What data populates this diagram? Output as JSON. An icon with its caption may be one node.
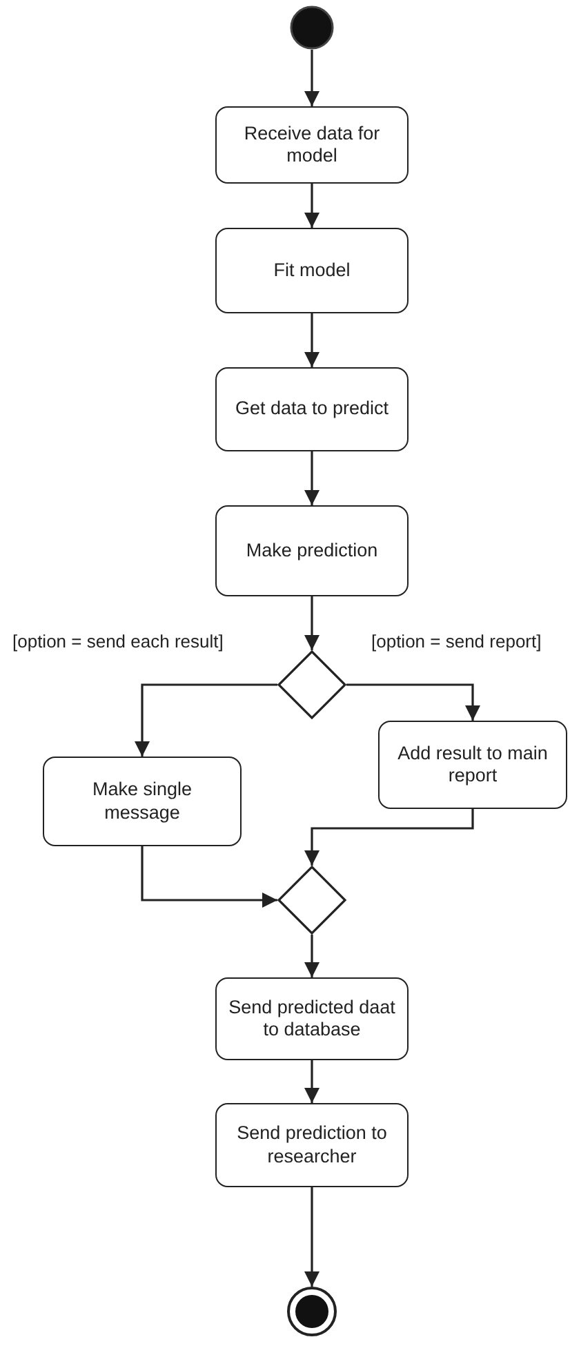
{
  "diagram": {
    "nodes": [
      {
        "text": [],
        "shape": "circle"
      },
      {
        "text": [
          "Receive data for model"
        ]
      },
      {
        "text": [
          "Fit model"
        ]
      },
      {
        "text": [
          "Get data to predict"
        ]
      },
      {
        "text": [
          "Make prediction"
        ]
      },
      {
        "text": [],
        "shape": "diamond"
      },
      {
        "text": [
          "Make single message"
        ]
      },
      {
        "text": [
          "Add result to main report"
        ]
      },
      {
        "text": [],
        "shape": "diamond"
      },
      {
        "text": [
          "Send predicted daat to database"
        ]
      },
      {
        "text": [
          "Send prediction to researcher"
        ]
      },
      {
        "text": [],
        "shape": "circle"
      }
    ],
    "edges": [
      {
        "from": 0,
        "to": 1,
        "arrow": "to"
      },
      {
        "from": 1,
        "to": 2,
        "arrow": "to"
      },
      {
        "from": 2,
        "to": 3,
        "arrow": "to"
      },
      {
        "from": 3,
        "to": 4,
        "arrow": "to"
      },
      {
        "from": 4,
        "to": 5,
        "arrow": "to"
      },
      {
        "from": 5,
        "to": 6,
        "arrow": "to",
        "label": "[option = send each result]"
      },
      {
        "from": 5,
        "to": 7,
        "arrow": "to",
        "label": "[option = send report]"
      },
      {
        "from": 6,
        "to": 8,
        "arrow": "to"
      },
      {
        "from": 7,
        "to": 8,
        "arrow": "to"
      },
      {
        "from": 8,
        "to": 9,
        "arrow": "to"
      },
      {
        "from": 9,
        "to": 10,
        "arrow": "to"
      },
      {
        "from": 10,
        "to": 11,
        "arrow": "to"
      }
    ]
  }
}
